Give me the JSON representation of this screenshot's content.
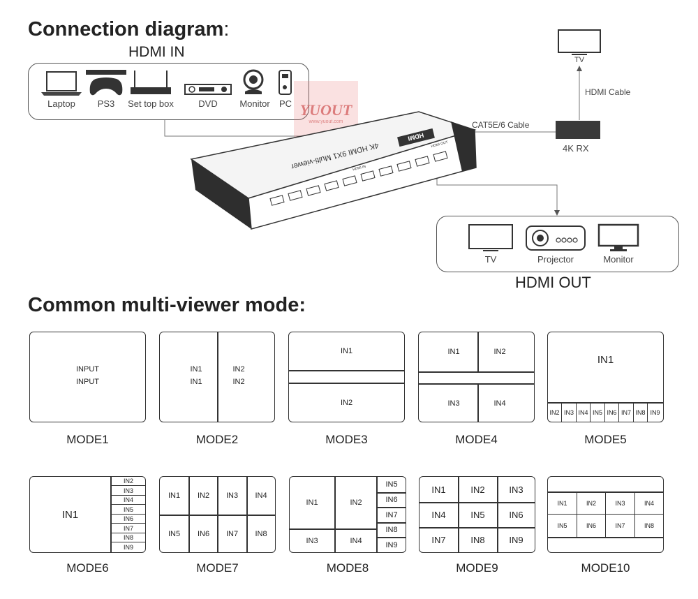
{
  "titles": {
    "connection": "Connection diagram",
    "connection_suffix": ":",
    "common": "Common multi-viewer mode:"
  },
  "hdmi_in": {
    "label": "HDMI IN",
    "devices": [
      "Laptop",
      "PS3",
      "Set top box",
      "DVD",
      "Monitor",
      "PC"
    ]
  },
  "hdmi_out": {
    "label": "HDMI OUT",
    "devices": [
      "TV",
      "Projector",
      "Monitor"
    ]
  },
  "remote": {
    "tv_label": "TV",
    "cable_label": "HDMI Cable",
    "rx_label": "4K RX",
    "cat_label": "CAT5E/6 Cable"
  },
  "switch": {
    "brand": "HDMI",
    "model": "4K HDMI 9X1 Multi-viewer",
    "out_port": "HDMI OUT",
    "in_port": "HDMI IN"
  },
  "watermark": {
    "text": "YUOUT",
    "site": "www.yuout.com"
  },
  "modes": {
    "m1": {
      "caption": "MODE1",
      "line1": "INPUT",
      "line2": "INPUT"
    },
    "m2": {
      "caption": "MODE2",
      "a1": "IN1",
      "a2": "IN1",
      "b1": "IN2",
      "b2": "IN2"
    },
    "m3": {
      "caption": "MODE3",
      "top": "IN1",
      "bottom": "IN2"
    },
    "m4": {
      "caption": "MODE4",
      "cells": [
        "IN1",
        "IN2",
        "IN3",
        "IN4"
      ]
    },
    "m5": {
      "caption": "MODE5",
      "main": "IN1",
      "strip": [
        "IN2",
        "IN3",
        "IN4",
        "IN5",
        "IN6",
        "IN7",
        "IN8",
        "IN9"
      ]
    },
    "m6": {
      "caption": "MODE6",
      "main": "IN1",
      "side": [
        "IN2",
        "IN3",
        "IN4",
        "IN5",
        "IN6",
        "IN7",
        "IN8",
        "IN9"
      ]
    },
    "m7": {
      "caption": "MODE7",
      "cells": [
        "IN1",
        "IN2",
        "IN3",
        "IN4",
        "IN5",
        "IN6",
        "IN7",
        "IN8"
      ]
    },
    "m8": {
      "caption": "MODE8",
      "cells": [
        "IN1",
        "IN2",
        "IN3",
        "IN4",
        "IN5",
        "IN6",
        "IN7",
        "IN8",
        "IN9"
      ]
    },
    "m9": {
      "caption": "MODE9",
      "cells": [
        "IN1",
        "IN2",
        "IN3",
        "IN4",
        "IN5",
        "IN6",
        "IN7",
        "IN8",
        "IN9"
      ]
    },
    "m10": {
      "caption": "MODE10",
      "cells": [
        "IN1",
        "IN2",
        "IN3",
        "IN4",
        "IN5",
        "IN6",
        "IN7",
        "IN8"
      ]
    }
  },
  "icons": [
    "laptop-icon",
    "gamepad-icon",
    "set-top-box-icon",
    "dvd-player-icon",
    "webcam-icon",
    "pc-icon",
    "tv-icon",
    "projector-icon",
    "monitor-icon",
    "receiver-icon",
    "matrix-switch-icon"
  ],
  "colors": {
    "line": "#333333",
    "text": "#222222",
    "rx_box": "#3a3a3a",
    "watermark": "#e07a7a"
  }
}
